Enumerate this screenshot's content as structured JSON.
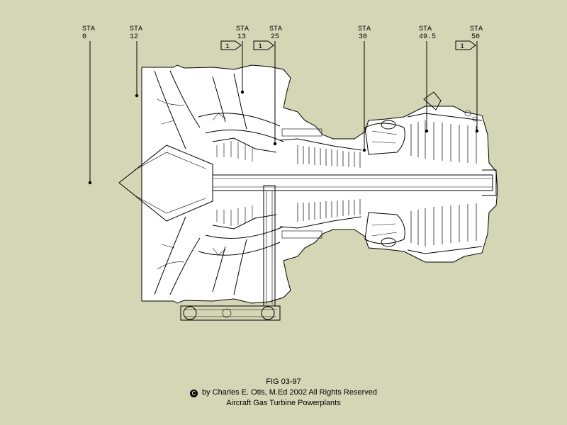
{
  "stations": [
    {
      "id": "sta-0",
      "label": "STA",
      "num": "0",
      "ref": ""
    },
    {
      "id": "sta-12",
      "label": "STA",
      "num": "12",
      "ref": ""
    },
    {
      "id": "sta-13",
      "label": "STA",
      "num": "13",
      "ref": "1"
    },
    {
      "id": "sta-25",
      "label": "STA",
      "num": "25",
      "ref": "1"
    },
    {
      "id": "sta-30",
      "label": "STA",
      "num": "30",
      "ref": ""
    },
    {
      "id": "sta-49-5",
      "label": "STA",
      "num": "49.5",
      "ref": ""
    },
    {
      "id": "sta-50",
      "label": "STA",
      "num": "50",
      "ref": "1"
    }
  ],
  "caption": {
    "fig": "FIG 03-97",
    "copyright_symbol": "C",
    "copyright": "by Charles E. Otis, M.Ed 2002 All Rights Reserved",
    "subtitle": "Aircraft Gas Turbine Powerplants"
  },
  "colors": {
    "background": "#d5d6b5",
    "drawing": "#ffffff",
    "ink": "#000000"
  }
}
